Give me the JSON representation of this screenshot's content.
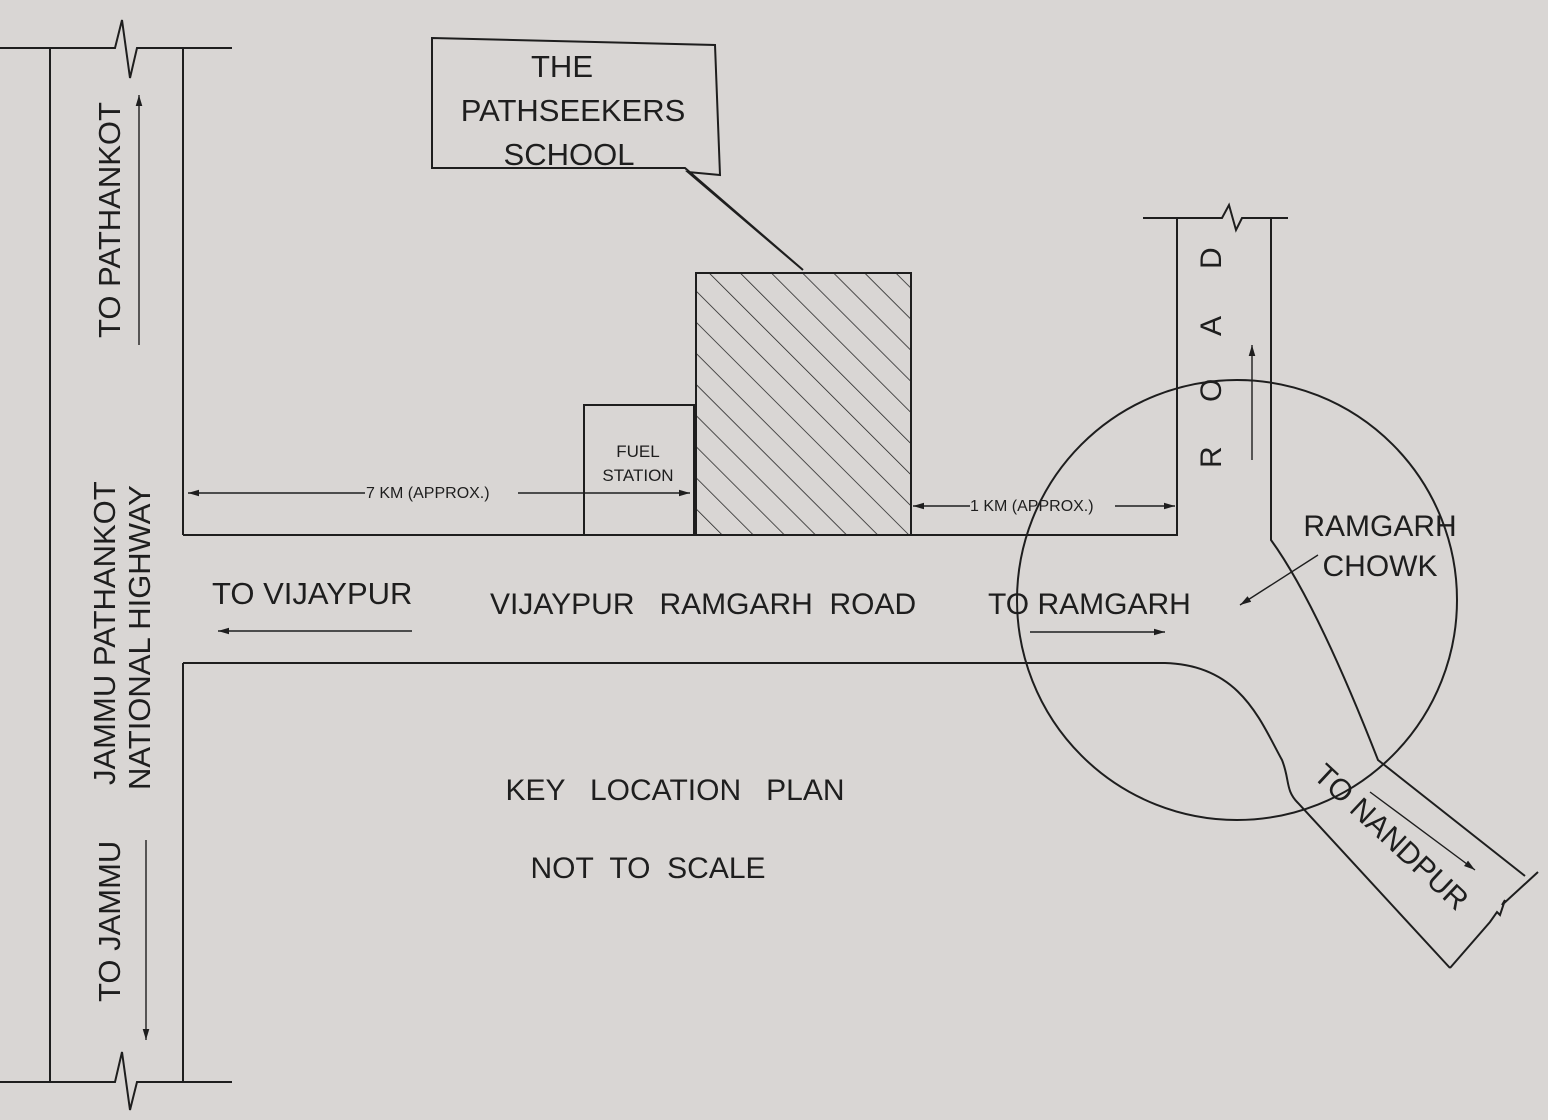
{
  "map": {
    "school_label": [
      "THE",
      "PATHSEEKERS",
      "SCHOOL"
    ],
    "fuel_station_label": [
      "FUEL",
      "STATION"
    ],
    "highway_label": [
      "JAMMU PATHANKOT",
      "NATIONAL HIGHWAY"
    ],
    "to_pathankot": "TO PATHANKOT",
    "to_jammu": "TO JAMMU",
    "to_vijaypur": "TO VIJAYPUR",
    "road_name": "VIJAYPUR   RAMGARH  ROAD",
    "to_ramgarh": "TO RAMGARH",
    "distance_west": "7 KM (APPROX.)",
    "distance_east": "1 KM (APPROX.)",
    "ramgarh_chowk": [
      "RAMGARH",
      "CHOWK"
    ],
    "road_letters": [
      "R",
      "O",
      "A",
      "D"
    ],
    "to_nandpur": "TO NANDPUR",
    "plan_title": "KEY   LOCATION   PLAN",
    "plan_note": "NOT  TO  SCALE"
  }
}
